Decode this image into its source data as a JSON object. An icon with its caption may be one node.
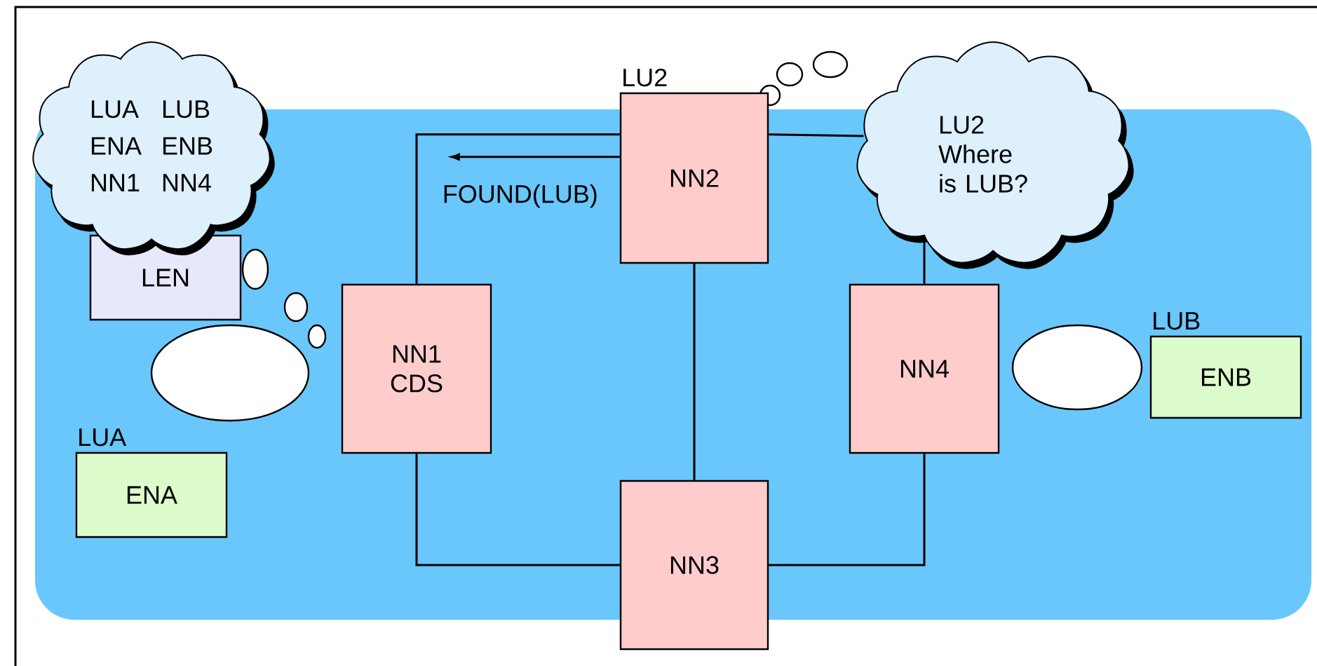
{
  "diagram": {
    "nodes": [
      {
        "text": [
          "LUA",
          "LUB",
          "ENA",
          "ENB",
          "NN1",
          "NN4"
        ]
      },
      {
        "text": [
          "LEN"
        ]
      },
      {
        "text": [],
        "shape": "ellipse"
      },
      {
        "text": [
          "NN1 CDS"
        ]
      },
      {
        "text": [
          "NN2"
        ],
        "beside": [
          "LU2"
        ]
      },
      {
        "text": [
          "LU2 Where is LUB?"
        ]
      },
      {
        "text": [
          "NN4"
        ]
      },
      {
        "text": [],
        "shape": "ellipse"
      },
      {
        "text": [
          "ENB"
        ],
        "beside": [
          "LUB"
        ]
      },
      {
        "text": [
          "ENA"
        ],
        "beside": [
          "LUA"
        ]
      },
      {
        "text": [
          "NN3"
        ]
      }
    ],
    "edges": [
      {
        "from": 4,
        "to": 3,
        "arrow": "none"
      },
      {
        "from": 4,
        "to": 5,
        "arrow": "none"
      },
      {
        "from": 5,
        "to": 6,
        "arrow": "none"
      },
      {
        "from": 4,
        "to": 10,
        "arrow": "none"
      },
      {
        "from": 3,
        "to": 10,
        "arrow": "none"
      },
      {
        "from": 6,
        "to": 10,
        "arrow": "none"
      },
      {
        "from": 4,
        "to": null,
        "arrow": "to",
        "label": "FOUND(LUB)"
      }
    ]
  }
}
